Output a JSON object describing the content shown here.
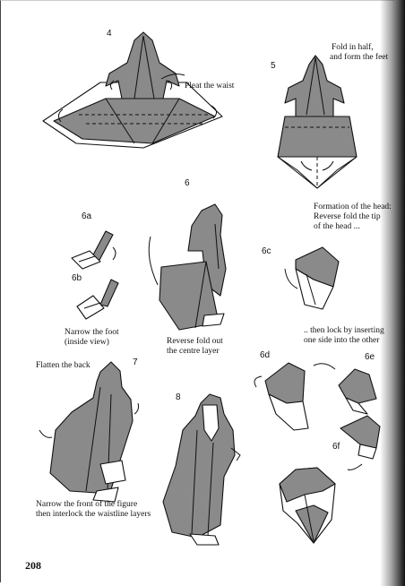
{
  "steps": {
    "s4": "4",
    "s5": "5",
    "s6": "6",
    "s6a": "6a",
    "s6b": "6b",
    "s6c": "6c",
    "s6d": "6d",
    "s6e": "6e",
    "s6f": "6f",
    "s7": "7",
    "s8": "8"
  },
  "captions": {
    "pleat_waist": "Pleat the waist",
    "fold_half_1": "Fold in half,",
    "fold_half_2": "and form the feet",
    "head_1": "Formation of the head:",
    "head_2": "Reverse fold the tip",
    "head_3": "of the head ...",
    "narrow_foot_1": "Narrow the foot",
    "narrow_foot_2": "(inside view)",
    "reverse_1": "Reverse fold out",
    "reverse_2": "the centre layer",
    "lock_1": ".. then lock by inserting",
    "lock_2": "one side into the other",
    "flatten_back": "Flatten the back",
    "narrow_front_1": "Narrow the front of the figure",
    "narrow_front_2": "then interlock the waistline layers"
  },
  "page_number": "208"
}
